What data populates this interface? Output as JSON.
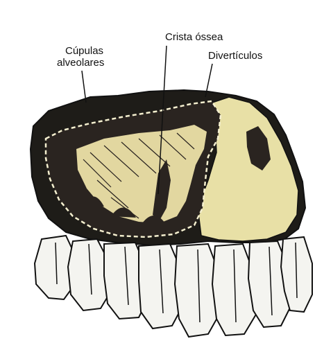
{
  "labels": {
    "cupulas_line1": "Cúpulas",
    "cupulas_line2": "alveolares",
    "crista": "Crista óssea",
    "diverticulos": "Divertículos"
  },
  "colors": {
    "bone_yellow": "#e8e0a6",
    "sinus_dark": "#2a2420",
    "outline": "#111111",
    "tooth_white": "#f4f4f0",
    "dashed_border": "#f4efcf"
  }
}
